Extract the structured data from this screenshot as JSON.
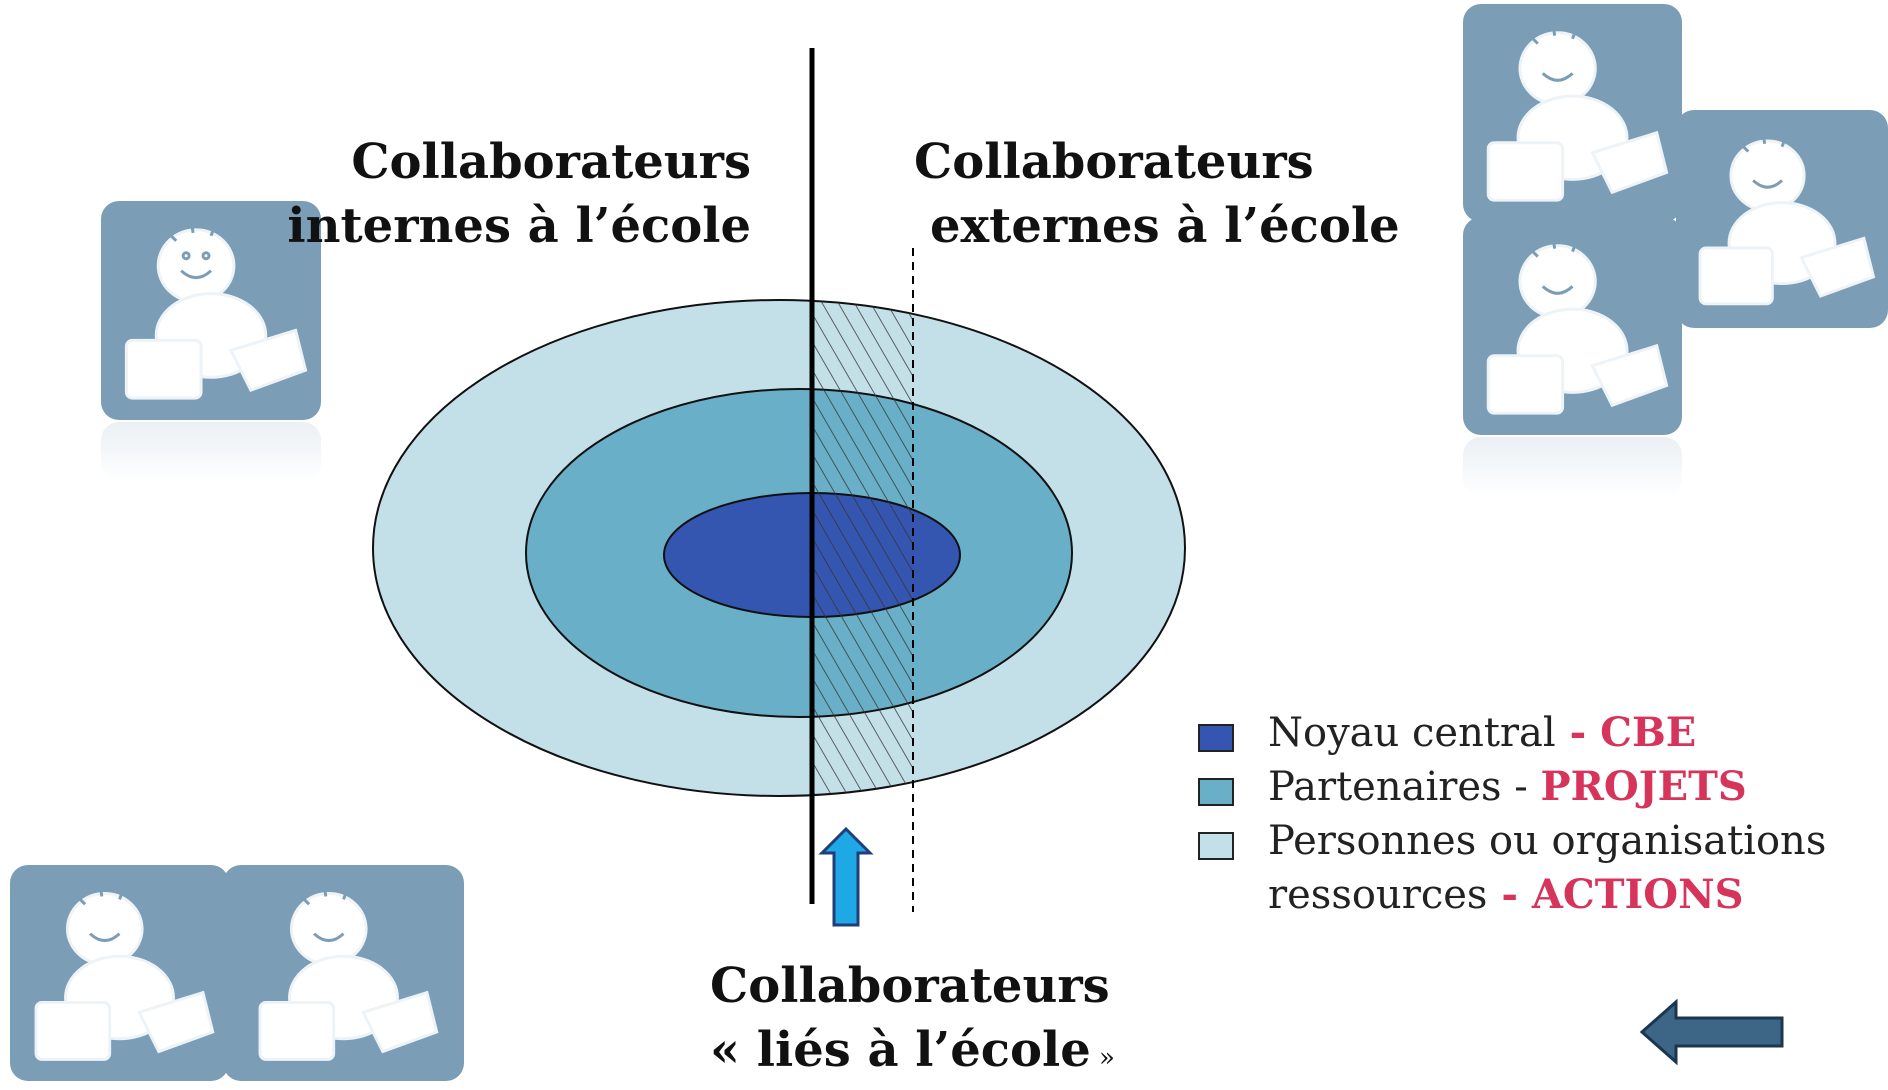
{
  "headings": {
    "internal_line1": "Collaborateurs",
    "internal_line2": "internes à l’école",
    "external_line1": "Collaborateurs",
    "external_line2": "externes à l’école",
    "linked_line1": "Collaborateurs",
    "linked_line2_open": "« ",
    "linked_line2_main": "liés à l’école",
    "linked_line2_close": " »"
  },
  "legend": [
    {
      "label": "Noyau central",
      "sep": " - ",
      "accent": "CBE",
      "color": "#3556b0"
    },
    {
      "label": "Partenaires",
      "sep": " - ",
      "accent": "PROJETS",
      "color": "#6aafc8"
    },
    {
      "label": "Personnes ou organisations",
      "label2": "ressources",
      "sep": " - ",
      "accent": "ACTIONS",
      "color": "#c3e0e9"
    }
  ],
  "colors": {
    "core": "#3556b0",
    "partners": "#6aafc8",
    "resources": "#c3e0e9",
    "accent": "#d6345a",
    "tile": "#7b9db5",
    "arrow_up": "#1ea8e6",
    "back_arrow": "#3d6585"
  },
  "icons": [
    "child-reading-icon",
    "up-arrow-icon",
    "back-arrow-icon"
  ],
  "nav": {
    "back": "back-arrow-icon"
  }
}
